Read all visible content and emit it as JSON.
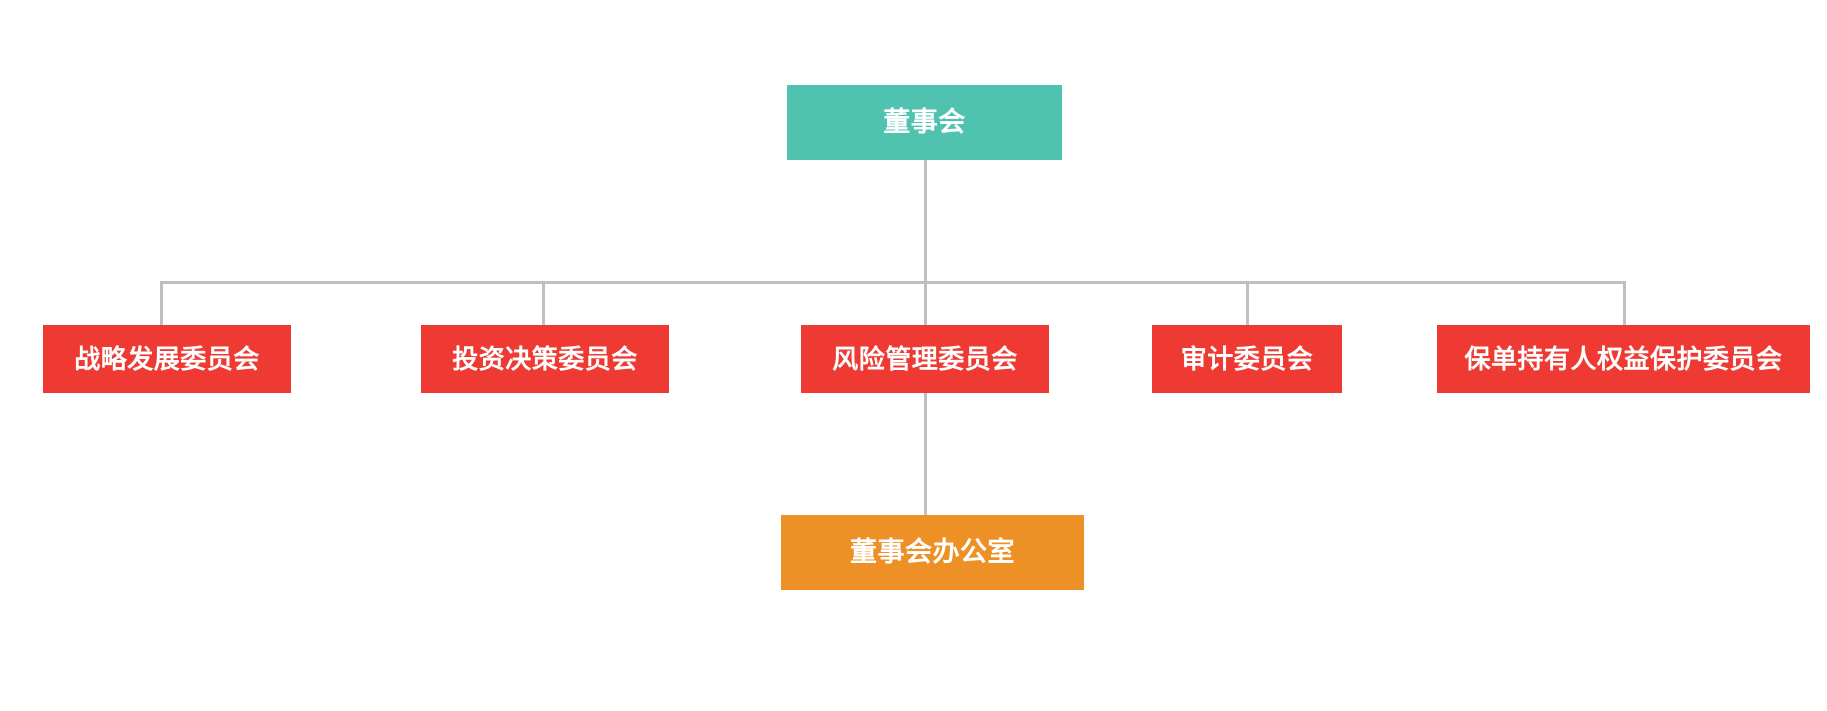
{
  "chart": {
    "type": "org-chart",
    "title": "",
    "orientation": "top-down",
    "colors": {
      "root": "#4FC3B0",
      "committee": "#EE3A33",
      "office": "#ED9026",
      "connector": "#BFBFBF",
      "background": "#ffffff",
      "label": "#ffffff"
    },
    "root": {
      "label": "董事会",
      "level": 0
    },
    "committees": [
      {
        "label": "战略发展委员会",
        "level": 1,
        "index": 0
      },
      {
        "label": "投资决策委员会",
        "level": 1,
        "index": 1
      },
      {
        "label": "风险管理委员会",
        "level": 1,
        "index": 2
      },
      {
        "label": "审计委员会",
        "level": 1,
        "index": 3
      },
      {
        "label": "保单持有人权益保护委员会",
        "level": 1,
        "index": 4
      }
    ],
    "office": {
      "label": "董事会办公室",
      "level": 2,
      "parent": "风险管理委员会"
    }
  }
}
